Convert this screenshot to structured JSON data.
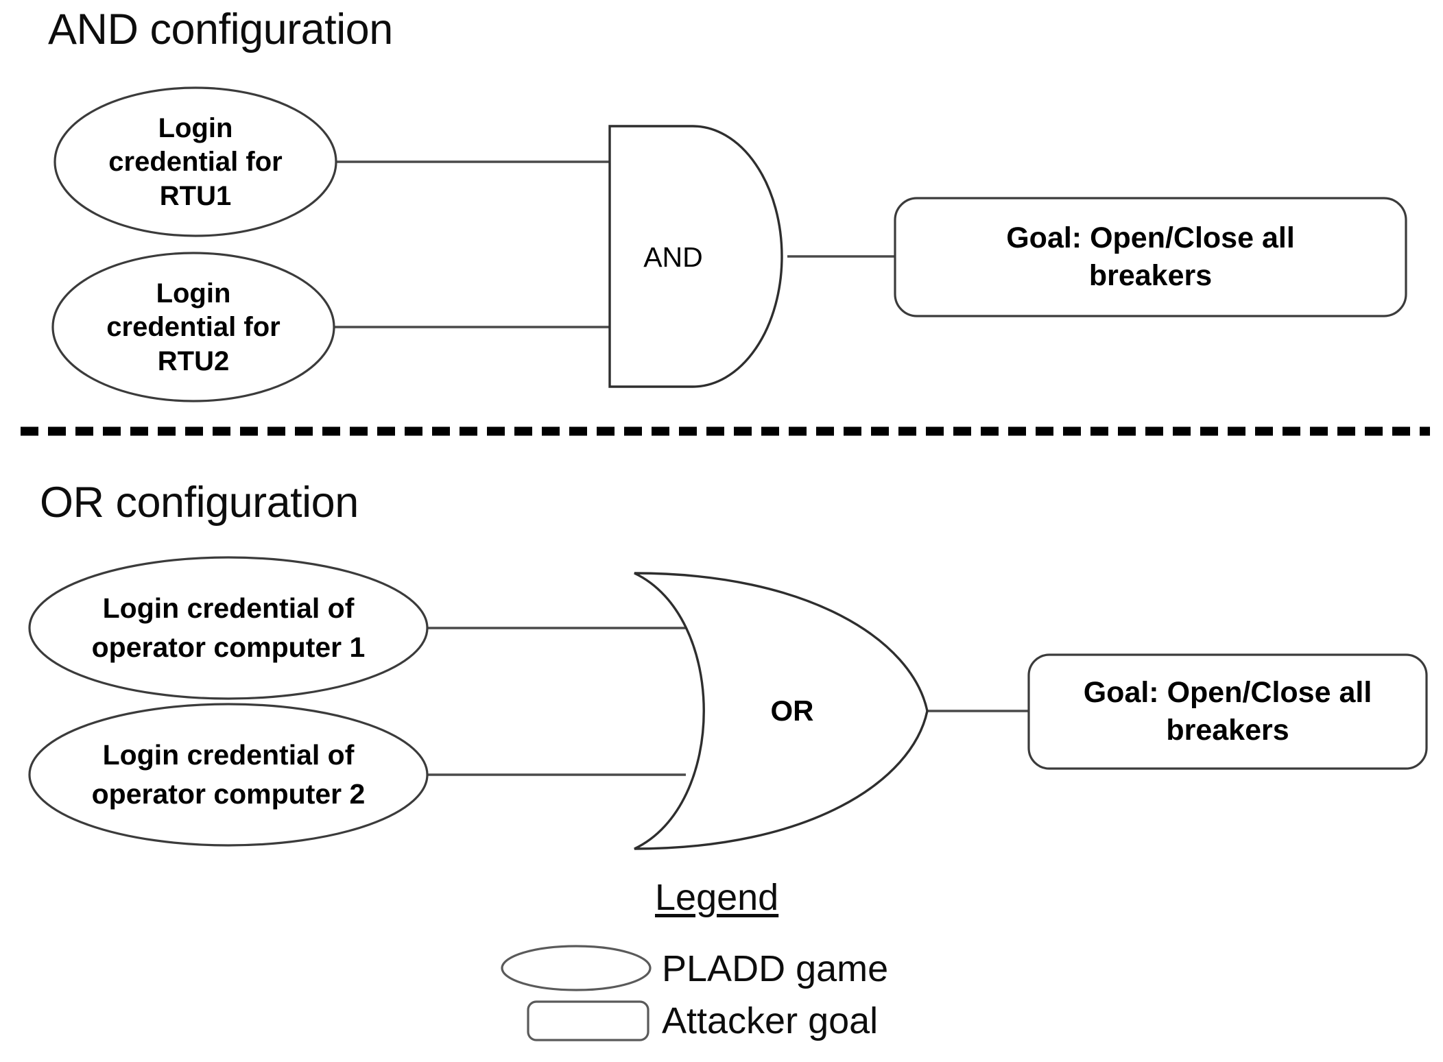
{
  "diagram": {
    "title_and": "AND configuration",
    "title_or": "OR configuration",
    "sections": [
      {
        "id": "and-configuration",
        "heading": "AND configuration",
        "gate": {
          "type": "AND",
          "label": "AND"
        },
        "inputs": [
          {
            "id": "rtu1",
            "shape": "ellipse",
            "text": "Login credential for RTU1",
            "lines": [
              "Login",
              "credential for",
              "RTU1"
            ]
          },
          {
            "id": "rtu2",
            "shape": "ellipse",
            "text": "Login credential for RTU2",
            "lines": [
              "Login",
              "credential for",
              "RTU2"
            ]
          }
        ],
        "output": {
          "id": "goal-and",
          "shape": "rounded-rect",
          "text": "Goal: Open/Close all breakers",
          "lines": [
            "Goal: Open/Close all",
            "breakers"
          ]
        }
      },
      {
        "id": "or-configuration",
        "heading": "OR configuration",
        "gate": {
          "type": "OR",
          "label": "OR"
        },
        "inputs": [
          {
            "id": "opcomp1",
            "shape": "ellipse",
            "text": "Login credential of operator computer 1",
            "lines": [
              "Login credential of",
              "operator computer 1"
            ]
          },
          {
            "id": "opcomp2",
            "shape": "ellipse",
            "text": "Login credential of operator computer 2",
            "lines": [
              "Login credential of",
              "operator computer 2"
            ]
          }
        ],
        "output": {
          "id": "goal-or",
          "shape": "rounded-rect",
          "text": "Goal: Open/Close all breakers",
          "lines": [
            "Goal: Open/Close all",
            "breakers"
          ]
        }
      }
    ],
    "legend": {
      "title": "Legend",
      "items": [
        {
          "swatch": "ellipse",
          "label": "PLADD game"
        },
        {
          "swatch": "rounded-rect",
          "label": "Attacker goal"
        }
      ]
    },
    "colors": {
      "background": "#ffffff",
      "stroke": "#3b3b3b",
      "text": "#0d0d0d",
      "divider": "#000000"
    }
  }
}
